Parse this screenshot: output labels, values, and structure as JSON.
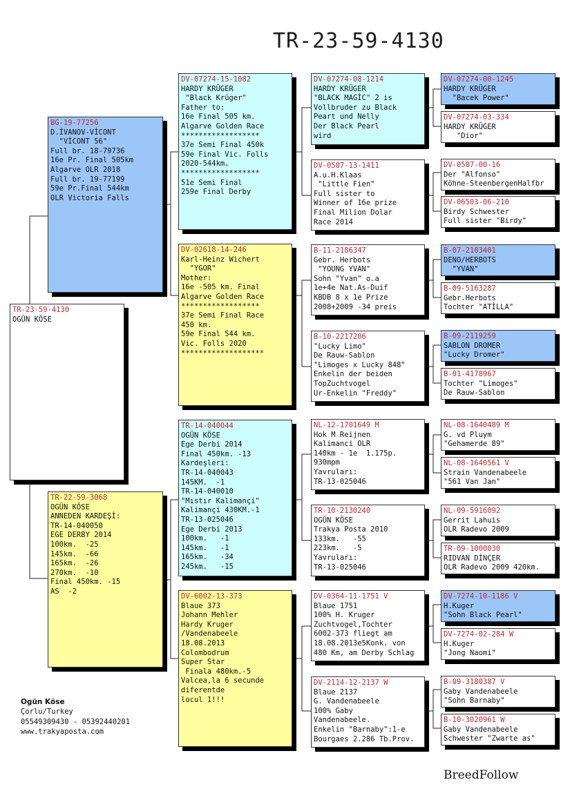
{
  "title": "TR-23-59-4130",
  "boxes": [
    {
      "id": "subject",
      "color": "white",
      "code": "TR-23-59-4130",
      "lines": [
        "OGÜN KÖSE"
      ]
    },
    {
      "id": "sire",
      "color": "blue",
      "code": "BG-19-77256",
      "lines": [
        "D.İVANOV-VİCONT",
        "  \"VİCONT 56\"",
        "Full br. 18-79736",
        "16e Pr. Final 505km",
        "Algarve OLR 2018",
        "Full br. 19-77199",
        "59e Pr.Final 544km",
        "OLR Victoria Falls"
      ]
    },
    {
      "id": "dam",
      "color": "yellow",
      "code": "TR-22-59-3068",
      "lines": [
        "OGÜN KÖSE",
        "ANNEDEN KARDEŞİ:",
        "TR-14-040050",
        "EGE DERBY 2014",
        "100km.  -25",
        "145km.  -66",
        "165km.  -26",
        "270km.  -10",
        "Final 450km. -15",
        "AS  -2"
      ]
    },
    {
      "id": "ss",
      "color": "cyan",
      "code": "DV-07274-15-1082",
      "lines": [
        "HARDY KRÜGER",
        " \"Black Krüger\"",
        "Father to:",
        "16e Final 505 km.",
        "Algarve Golden Race",
        "******************",
        "37e Semi Final 450k",
        "59e Final Vic. Folls",
        "2020-544km.",
        "******************",
        "51e Semi Final",
        "259e Final Derby"
      ]
    },
    {
      "id": "sd",
      "color": "yellow",
      "code": "DV-02618-14-246",
      "lines": [
        "Karl-Heinz Wichert",
        "  \"YGOR\"",
        "Mother:",
        "16e -505 km. Final",
        "Algarve Golden Race",
        "******************",
        "37e Semi Final Race",
        "450 km.",
        "59e Final 544 km.",
        "Vic. Folls 2020",
        "*******************"
      ]
    },
    {
      "id": "ds",
      "color": "cyan",
      "code": "TR-14-040044",
      "lines": [
        "OGÜN KÖSE",
        "Ege Derbi 2014",
        "Final 450km. -13",
        "Kardeşleri:",
        "TR-14-040043",
        "145KM.  -1",
        "TR-14-040010",
        "\"Mıstır Kalimançi\"",
        "Kalimançi 430KM.-1",
        "TR-13-025046",
        "Ege Derbi 2013",
        "100km.   -1",
        "145km.   -1",
        "165km.   -34",
        "245km.   -15"
      ]
    },
    {
      "id": "dd",
      "color": "yellow",
      "code": "DV-6002-13-373",
      "lines": [
        "Blaue 373",
        "Johann Mehler",
        "Hardy Kruger",
        "/Vandenabeele",
        "18.08.2013",
        "Colombodrum",
        "Super Star",
        " Finala 480km.-5",
        "Valcea,la 6 secunde",
        "diferentde",
        "locul 1!!!"
      ]
    },
    {
      "id": "sss",
      "color": "cyan",
      "code": "DV-07274-08-1214",
      "lines": [
        "HARDY KRÜGER",
        "\"BLACK MAGİC\" 2 is",
        "Vollbruder zu Black",
        "Peart und Nelly",
        "Der Black Pearl",
        "wird"
      ]
    },
    {
      "id": "ssd",
      "color": "white",
      "code": "DV-0507-13-1411",
      "lines": [
        "A.u.H.Klaas",
        " \"Little Fien\"",
        "Full sister to",
        "Winner of 16e prize",
        "Final Milion Dolar",
        "Race 2014"
      ]
    },
    {
      "id": "sds",
      "color": "white",
      "code": "B-11-2186347",
      "lines": [
        "Gebr. Herbots",
        " \"YOUNG YVAN\"",
        "Sohn \"Yvan\" o.a",
        "1e+4e Nat.As-Duif",
        "KBDB 8 x 1e Prize",
        "2008+2009 -34 preis"
      ]
    },
    {
      "id": "sdd",
      "color": "white",
      "code": "B-10-2217206",
      "lines": [
        "\"Lucky Limo\"",
        "De Rauw-Sablon",
        "\"Limoges x Lucky 848\"",
        "Enkelin der beiden",
        "TopZuchtvogel",
        "Ur-Enkelin \"Freddy\""
      ]
    },
    {
      "id": "dss",
      "color": "white",
      "code": "NL-12-1701649 M",
      "lines": [
        "Hok M Reijnen",
        "Kalimanci OLR",
        "140km - 1e  1.175p.",
        "930mpm",
        "Yavruları:",
        "TR-13-025046"
      ]
    },
    {
      "id": "dsd",
      "color": "white",
      "code": "TR-10-2130240",
      "lines": [
        "OGÜN KÖSE",
        "Trakya Posta 2010",
        "133km.   -55",
        "223km.   -5",
        "Yavruları:",
        "TR-13-025046"
      ]
    },
    {
      "id": "dds",
      "color": "white",
      "code": "DV-0364-11-1751 V",
      "lines": [
        "Blaue 1751",
        "100% H. Kruger",
        "Zuchtvogel,Tochter",
        "6002-373 fliegt am",
        "18.08.2013e5Konk. von",
        "480 Km, am Derby Schlag"
      ]
    },
    {
      "id": "ddd",
      "color": "white",
      "code": "DV-2114-12-2137 W",
      "lines": [
        "Blaue 2137",
        "G. Vandenabeele",
        "100% Gaby",
        "Vandenabeele.",
        "Enkelin \"Barnaby\":1-e",
        "Bourgaes 2.286 Tb.Prov."
      ]
    },
    {
      "id": "g1",
      "color": "blue",
      "code": "DV-07274-00-1245",
      "lines": [
        "HARDY KRÜGER",
        "  \"Bacek Power\""
      ]
    },
    {
      "id": "g2",
      "color": "white",
      "code": "DV-07274-03-334",
      "lines": [
        "HARDY KRÜGER",
        "   \"Dior\""
      ]
    },
    {
      "id": "g3",
      "color": "white",
      "code": "DV-0507-00-16",
      "lines": [
        "Der \"Alfonso\"",
        "Köhne-SteenbergenHalfbr"
      ]
    },
    {
      "id": "g4",
      "color": "white",
      "code": "DV-06503-06-210",
      "lines": [
        "Birdy Schwester",
        "Full sister \"Birdy\""
      ]
    },
    {
      "id": "g5",
      "color": "blue",
      "code": "B-07-2103401",
      "lines": [
        "DENO/HERBOTS",
        "  \"YVAN\""
      ]
    },
    {
      "id": "g6",
      "color": "white",
      "code": "B-09-5163287",
      "lines": [
        "Gebr.Herbots",
        "Tochter \"ATİLLA\""
      ]
    },
    {
      "id": "g7",
      "color": "blue",
      "code": "B-09-2119259",
      "lines": [
        "SABLON DROMER",
        "\"Lucky Dromer\""
      ]
    },
    {
      "id": "g8",
      "color": "white",
      "code": "B-01-4178967",
      "lines": [
        "Tochter \"Limoges\"",
        "De Rauw-Sablon"
      ]
    },
    {
      "id": "g9",
      "color": "white",
      "code": "NL-08-1640489 M",
      "lines": [
        "G. vd Pluym",
        "\"Gehamerde 89\""
      ]
    },
    {
      "id": "g10",
      "color": "white",
      "code": "NL-08-1640561 V",
      "lines": [
        "Strain Vandenabeele",
        "\"561 Van Jan\""
      ]
    },
    {
      "id": "g11",
      "color": "white",
      "code": "NL-09-5916092",
      "lines": [
        "Gerrit Lahuis",
        "OLR Radevo 2009"
      ]
    },
    {
      "id": "g12",
      "color": "white",
      "code": "TR-09-1000030",
      "lines": [
        "RIDVAN DİNÇER",
        "OLR Radevo 2009 420km."
      ]
    },
    {
      "id": "g13",
      "color": "blue",
      "code": "DV-7274-10-1186 V",
      "lines": [
        "H.Kuger",
        "\"Sohn Black Pearl\""
      ]
    },
    {
      "id": "g14",
      "color": "white",
      "code": "DV-7274-02-284 W",
      "lines": [
        "H.Kuger",
        "\"Jong Naomi\""
      ]
    },
    {
      "id": "g15",
      "color": "white",
      "code": "B-09-3180387 V",
      "lines": [
        "Gaby Vandenabeele",
        "\"Sohn Barnaby\""
      ]
    },
    {
      "id": "g16",
      "color": "white",
      "code": "B-10-3020961 W",
      "lines": [
        "Gaby Vandenabeele",
        "Schwester \"Zwarte as\""
      ]
    }
  ],
  "footer": {
    "name": "Ogün Köse",
    "lines": [
      "Çorlu/Turkey",
      "05549309430 - 05392440201",
      "www.trakyaposta.com"
    ]
  },
  "brand": "BreedFollow"
}
